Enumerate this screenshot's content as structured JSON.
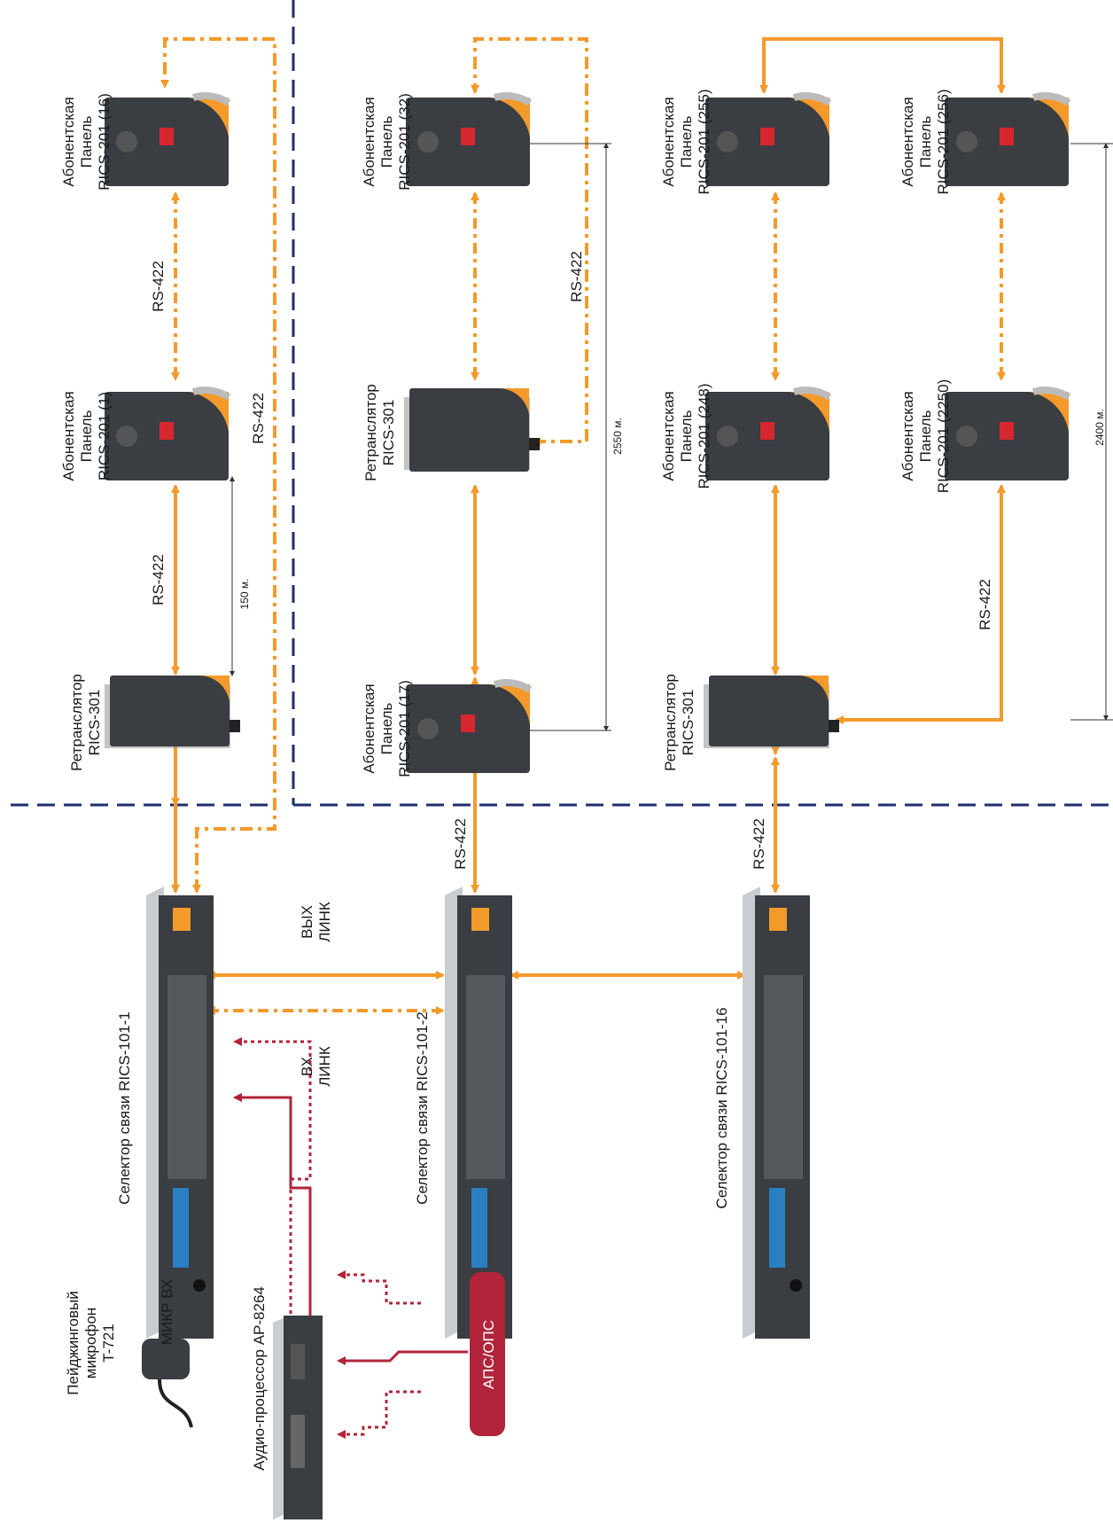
{
  "colors": {
    "orange": "#f39a2b",
    "red": "#b1243a",
    "blue_dash": "#1f2f6e",
    "device_dark": "#3a3d42",
    "rack_gray": "#c9ccd0",
    "lcd_blue": "#2a7fc0"
  },
  "panels": {
    "p16": [
      "Абонентская",
      "Панель",
      "RICS-201 (16)"
    ],
    "p1": [
      "Абонентская",
      "Панель",
      "RICS-201 (1)"
    ],
    "p32": [
      "Абонентская",
      "Панель",
      "RICS-201 (32)"
    ],
    "p17": [
      "Абонентская",
      "Панель",
      "RICS-201 (17)"
    ],
    "p255": [
      "Абонентская",
      "Панель",
      "RICS-201 (255)"
    ],
    "p248": [
      "Абонентская",
      "Панель",
      "RICS-201 (248)"
    ],
    "p256": [
      "Абонентская",
      "Панель",
      "RICS-201 (256)"
    ],
    "p2250": [
      "Абонентская",
      "Панель",
      "RICS-201 (2250)"
    ]
  },
  "repeaters": {
    "r1": [
      "Ретранслятор",
      "RICS-301"
    ],
    "r2": [
      "Ретранслятор",
      "RICS-301"
    ],
    "r3": [
      "Ретранслятор",
      "RICS-301"
    ]
  },
  "selectors": {
    "s1": "Селектор связи RICS-101-1",
    "s2": "Селектор связи RICS-101-2",
    "s16": "Селектор связи RICS-101-16"
  },
  "links": {
    "rs422": "RS-422",
    "out_link": [
      "ВЫХ",
      "ЛИНК"
    ],
    "in_link": [
      "ВХ",
      "ЛИНК"
    ],
    "mic_in": "МИКР  ВХ"
  },
  "distances": {
    "d150": "150 м.",
    "d2550": "2550 м.",
    "d2400": "2400 м."
  },
  "mic": [
    "Пейджинговый",
    "микрофон",
    "T-721"
  ],
  "processor": "Аудио-процессор AP-8264",
  "aps_button": "АПС/ОПС"
}
